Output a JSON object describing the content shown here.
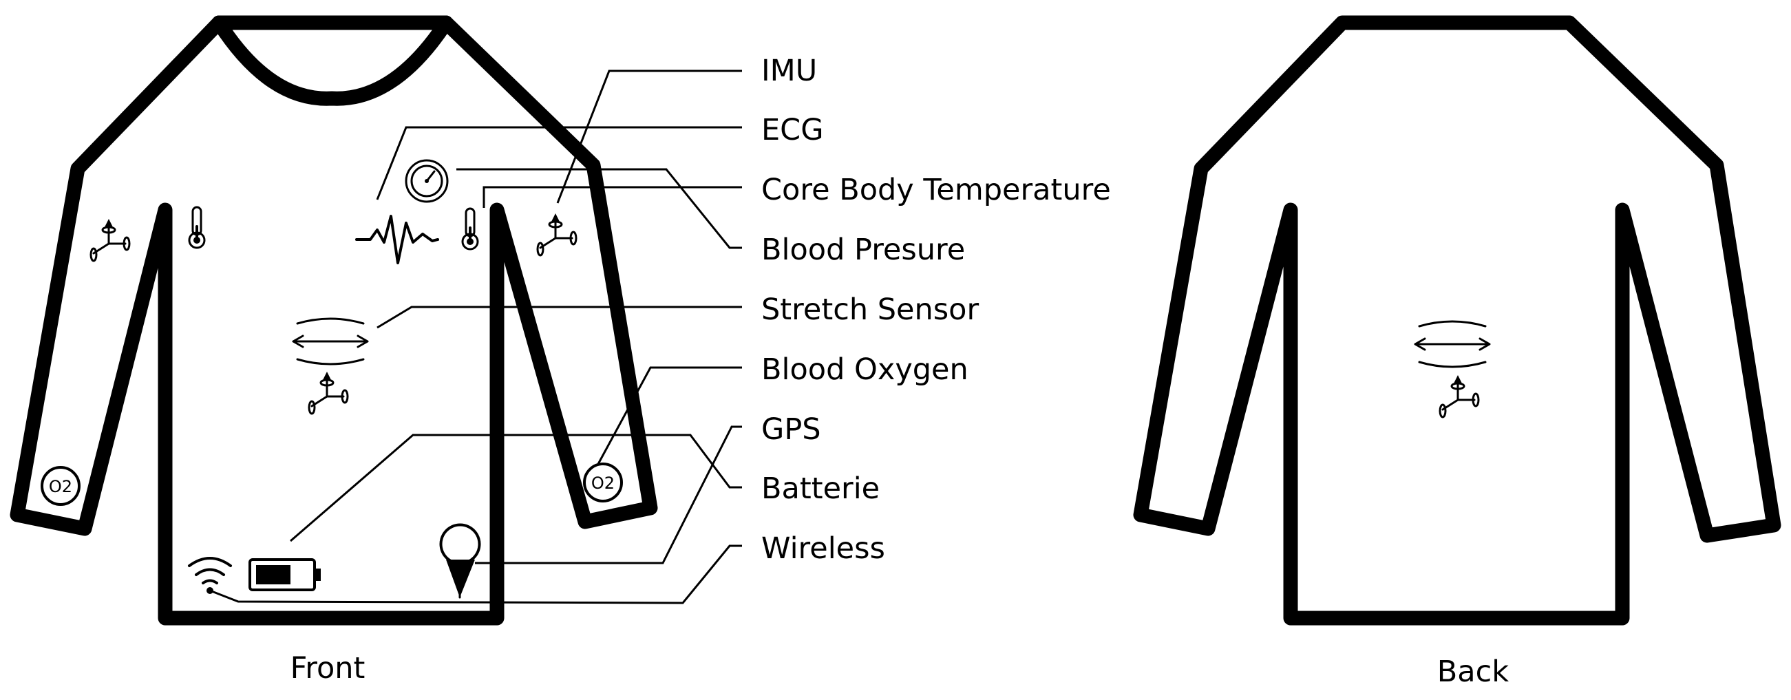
{
  "views": {
    "front": {
      "caption": "Front"
    },
    "back": {
      "caption": "Back"
    }
  },
  "sensors": [
    {
      "id": "imu",
      "label": "IMU",
      "icon": "imu-icon"
    },
    {
      "id": "ecg",
      "label": "ECG",
      "icon": "ecg-icon"
    },
    {
      "id": "core-temp",
      "label": "Core Body Temperature",
      "icon": "thermometer-icon"
    },
    {
      "id": "blood-pressure",
      "label": "Blood Presure",
      "icon": "gauge-icon"
    },
    {
      "id": "stretch",
      "label": "Stretch Sensor",
      "icon": "stretch-icon"
    },
    {
      "id": "blood-oxygen",
      "label": "Blood Oxygen",
      "icon": "o2-icon"
    },
    {
      "id": "gps",
      "label": "GPS",
      "icon": "location-pin-icon"
    },
    {
      "id": "battery",
      "label": "Batterie",
      "icon": "battery-icon"
    },
    {
      "id": "wireless",
      "label": "Wireless",
      "icon": "wifi-icon"
    }
  ],
  "o2_symbol": "O2"
}
